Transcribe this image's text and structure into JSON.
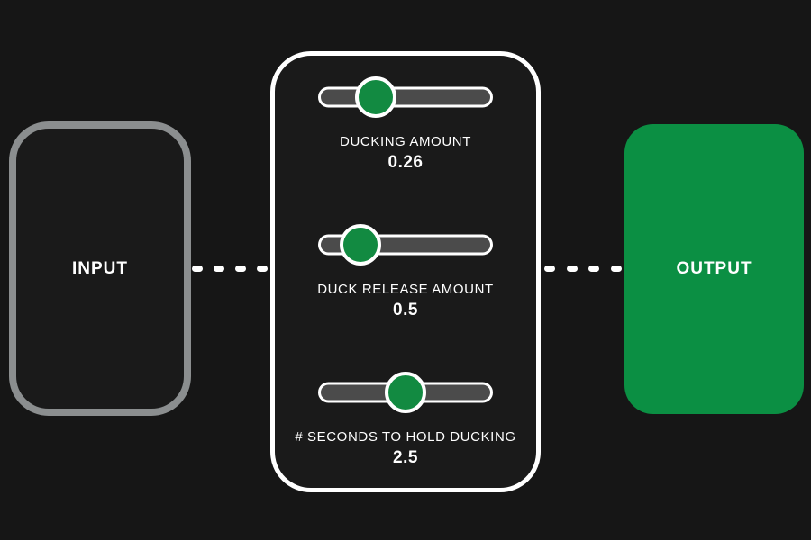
{
  "diagram": {
    "input": {
      "label": "INPUT"
    },
    "output": {
      "label": "OUTPUT"
    },
    "panel": {
      "sliders": [
        {
          "name": "ducking-amount",
          "label": "DUCKING AMOUNT",
          "value": "0.26",
          "thumb_percent": 33
        },
        {
          "name": "duck-release-amount",
          "label": "DUCK RELEASE AMOUNT",
          "value": "0.5",
          "thumb_percent": 24
        },
        {
          "name": "seconds-to-hold-ducking",
          "label": "# SECONDS TO HOLD DUCKING",
          "value": "2.5",
          "thumb_percent": 50
        }
      ]
    },
    "colors": {
      "background": "#161616",
      "node_fill": "#1a1a1a",
      "input_border": "#8b8e8f",
      "panel_border": "#ffffff",
      "output_fill": "#0b8f43",
      "slider_track": "#4b4b4b",
      "slider_thumb": "#128a41",
      "connector": "#ffffff",
      "text": "#ffffff"
    }
  }
}
